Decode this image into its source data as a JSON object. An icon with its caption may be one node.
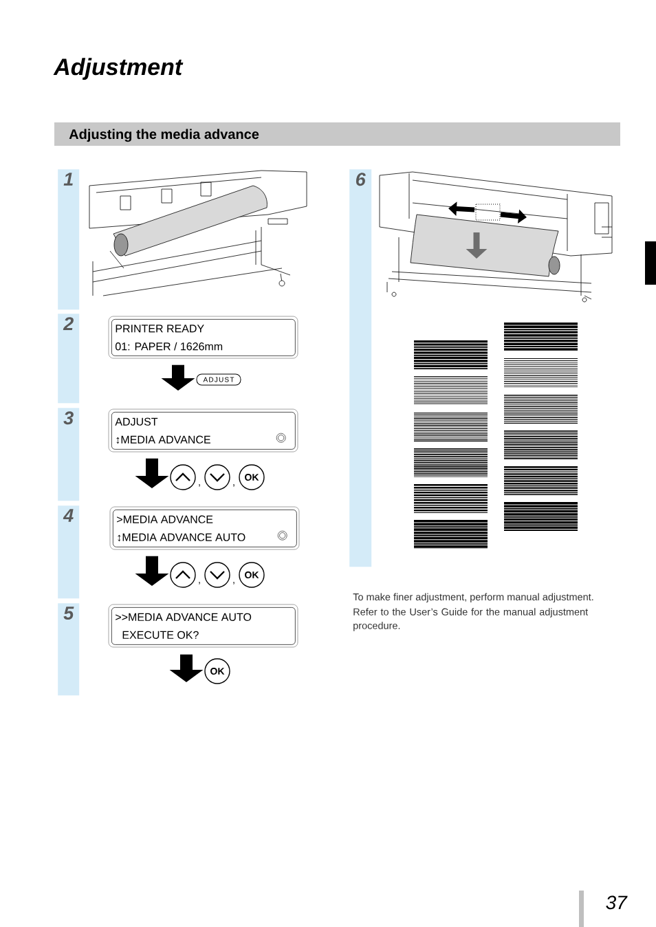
{
  "diagram": {
    "title": "Adjustment",
    "nodes": [
      {
        "text": [
          "1"
        ]
      },
      {
        "text": [
          "2"
        ]
      },
      {
        "text": [
          "3"
        ]
      },
      {
        "text": [
          "4"
        ]
      },
      {
        "text": [
          "5"
        ]
      },
      {
        "text": [
          "6"
        ]
      },
      {
        "text": [
          "PRINTER READY",
          "01: PAPER / 1626mm"
        ]
      },
      {
        "text": [
          "ADJUST"
        ]
      },
      {
        "text": [
          "ADJUST",
          "↕MEDIA ADVANCE"
        ]
      },
      {
        "text": [],
        "shape": "circle"
      },
      {
        "text": [],
        "shape": "circle"
      },
      {
        "text": [
          "OK"
        ]
      },
      {
        "text": [
          ">MEDIA ADVANCE",
          "↕MEDIA ADVANCE AUTO"
        ]
      },
      {
        "text": [],
        "shape": "circle"
      },
      {
        "text": [],
        "shape": "circle"
      },
      {
        "text": [
          "OK"
        ]
      },
      {
        "text": [
          ">>MEDIA ADVANCE AUTO",
          "EXECUTE OK?"
        ]
      },
      {
        "text": [
          "OK"
        ]
      }
    ],
    "edges": [
      {
        "from": 6,
        "to": 7,
        "arrow": "to"
      },
      {
        "from": 8,
        "to": 9,
        "arrow": "to"
      },
      {
        "from": 12,
        "to": 13,
        "arrow": "to"
      },
      {
        "from": 16,
        "to": 17,
        "arrow": "to"
      }
    ],
    "labels": [
      "Adjusting the media advance",
      ",",
      ",",
      ",",
      ",",
      "To make finer adjustment, perform manual adjustment.",
      "Refer to the User’s Guide for the manual adjustment procedure.",
      "37"
    ]
  }
}
